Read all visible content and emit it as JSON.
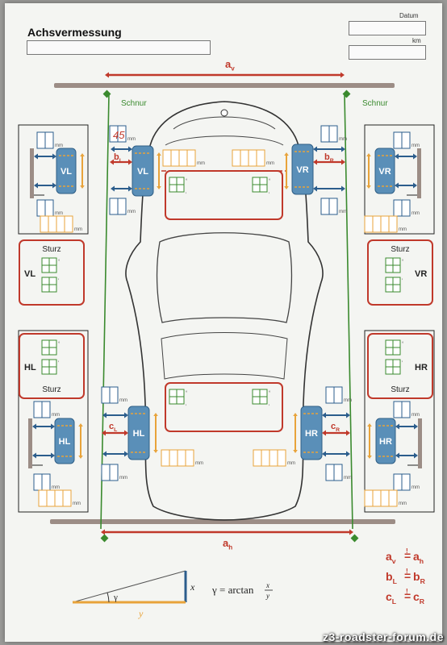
{
  "title": "Achsvermessung",
  "header": {
    "datum_label": "Datum",
    "km_label": "km"
  },
  "labels": {
    "a_front": "a",
    "a_front_sub": "v",
    "a_rear": "a",
    "a_rear_sub": "h",
    "schnur": "Schnur",
    "b_left": "b",
    "b_left_sub": "L",
    "b_right": "b",
    "b_right_sub": "R",
    "c_left": "c",
    "c_left_sub": "L",
    "c_right": "c",
    "c_right_sub": "R",
    "mm": "mm",
    "sturz": "Sturz",
    "deg": "°",
    "min": "′",
    "gamma": "γ",
    "x": "x",
    "y": "y",
    "formula_lhs": "γ = arctan",
    "eq": "!"
  },
  "wheels": {
    "vl": "VL",
    "vr": "VR",
    "hl": "HL",
    "hr": "HR"
  },
  "handwritten": {
    "vl_value": "45"
  },
  "watermark": "z3-roadster-forum.de",
  "colors": {
    "red": "#c0392b",
    "green": "#3a8a2e",
    "blue": "#2b5d8c",
    "wheel": "#5a8fb8",
    "orange": "#e8a33a",
    "gray": "#9c8d86"
  }
}
